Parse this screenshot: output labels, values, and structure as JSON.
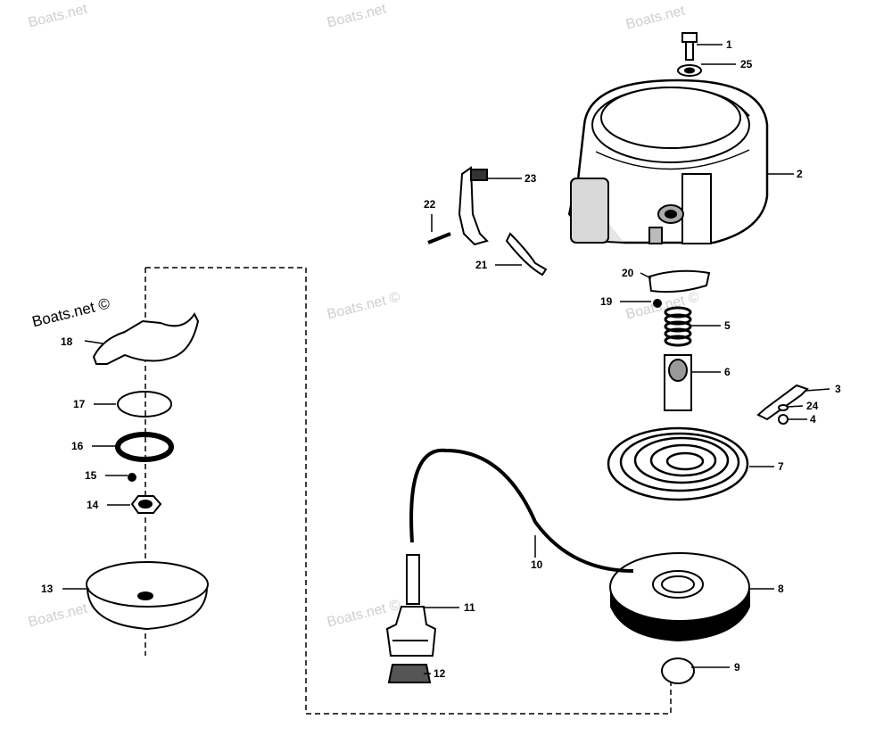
{
  "watermarks": {
    "text": "Boats.net",
    "main": "Boats.net ©",
    "faint": "Boats.net ©"
  },
  "callouts": {
    "p1": "1",
    "p2": "2",
    "p3": "3",
    "p4": "4",
    "p5": "5",
    "p6": "6",
    "p7": "7",
    "p8": "8",
    "p9": "9",
    "p10": "10",
    "p11": "11",
    "p12": "12",
    "p13": "13",
    "p14": "14",
    "p15": "15",
    "p16": "16",
    "p17": "17",
    "p18": "18",
    "p19": "19",
    "p20": "20",
    "p21": "21",
    "p22": "22",
    "p23": "23",
    "p24": "24",
    "p25": "25"
  }
}
